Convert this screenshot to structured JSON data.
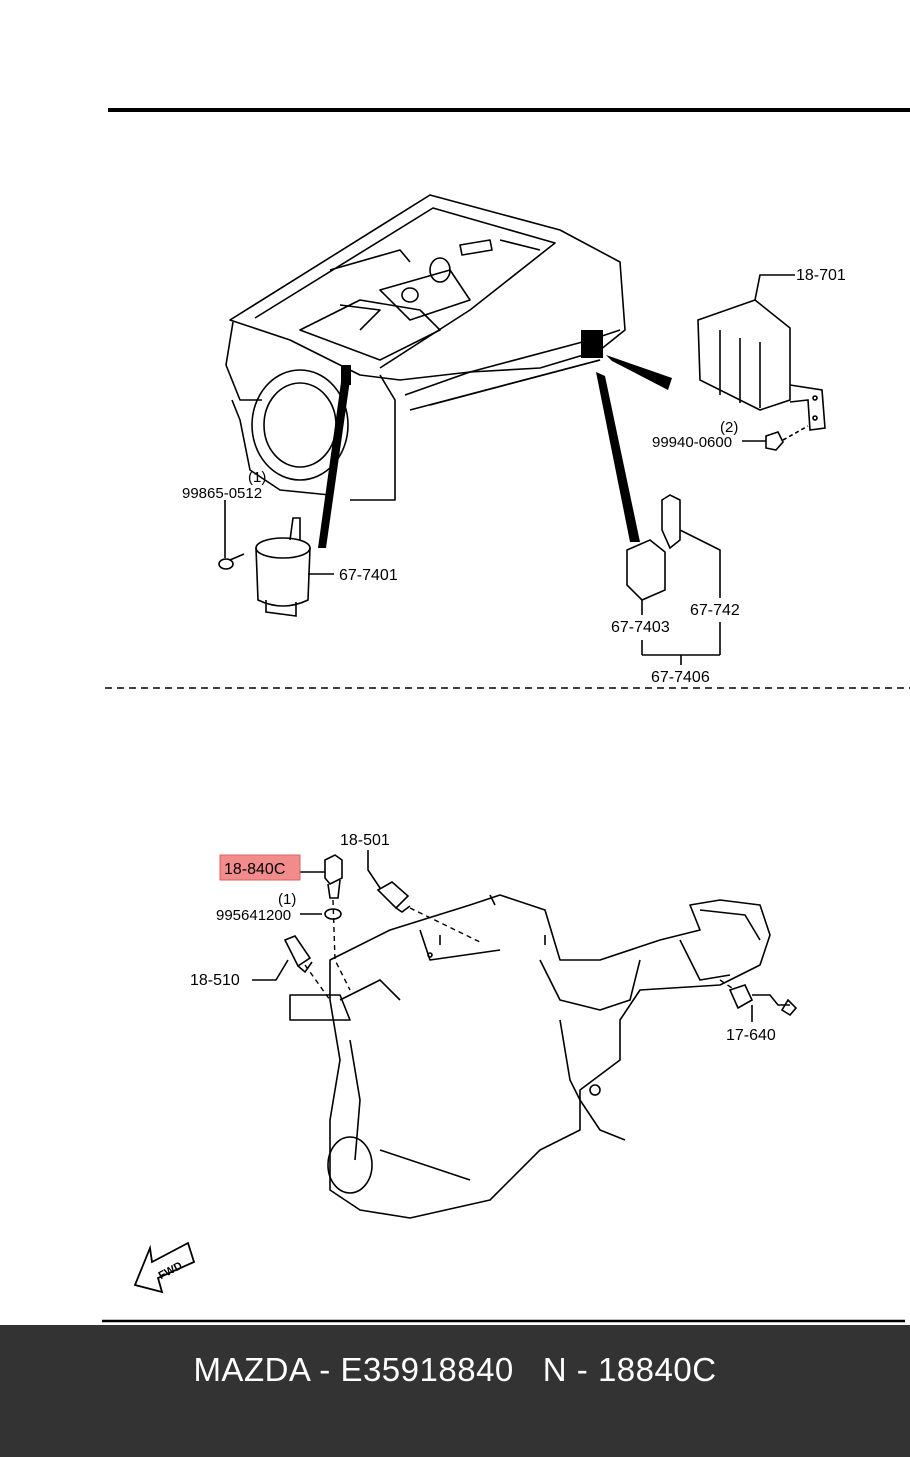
{
  "diagram": {
    "top_section": {
      "labels": {
        "box_unit": "18-701",
        "nut_qty": "(2)",
        "nut": "99940-0600",
        "screw_qty": "(1)",
        "screw": "99865-0512",
        "horn_unit": "67-7401",
        "relay": "67-7403",
        "bracket": "67-742",
        "relay_assy": "67-7406"
      }
    },
    "bottom_section": {
      "labels": {
        "highlighted_part": "18-840C",
        "sensor_top": "18-501",
        "washer_qty": "(1)",
        "washer": "995641200",
        "sensor_left": "18-510",
        "sensor_right": "17-640"
      },
      "fwd_label": "FWD",
      "highlight_color": "#f28b8b"
    }
  },
  "footer": {
    "text": "MAZDA - E35918840   N - 18840C",
    "background": "#333333",
    "text_color": "#ffffff"
  }
}
